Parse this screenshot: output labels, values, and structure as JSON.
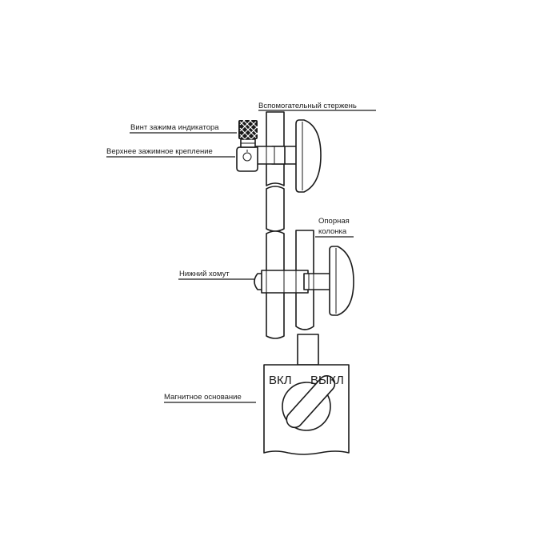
{
  "labels": {
    "aux_rod": "Вспомогательный стержень",
    "indicator_screw": "Винт зажима индикатора",
    "upper_clamp": "Верхнее зажимное крепление",
    "support_column_line1": "Опорная",
    "support_column_line2": "колонка",
    "lower_clamp": "Нижний хомут",
    "magnetic_base": "Магнитное основание"
  },
  "switch": {
    "on": "ВКЛ",
    "off": "ВЫКЛ"
  },
  "colors": {
    "stroke": "#1a1a1a",
    "background": "#ffffff"
  }
}
